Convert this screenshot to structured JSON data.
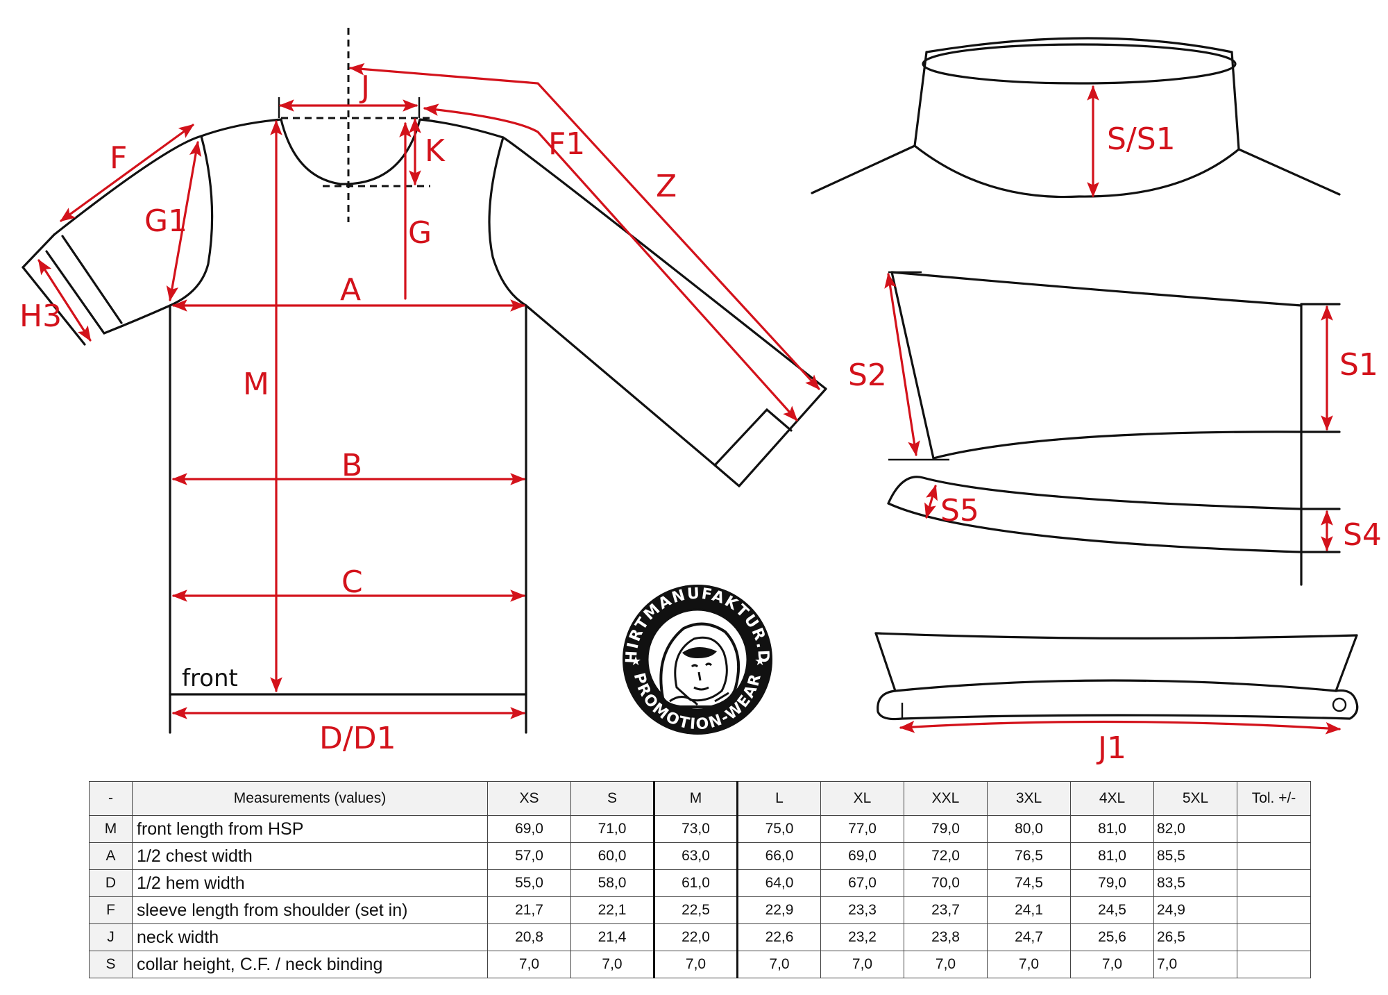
{
  "diagram": {
    "labels": {
      "J": "J",
      "K": "K",
      "F": "F",
      "G1": "G1",
      "G": "G",
      "H3": "H3",
      "A": "A",
      "M": "M",
      "B": "B",
      "C": "C",
      "D": "D/D1",
      "F1": "F1",
      "Z": "Z",
      "SS1": "S/S1",
      "S2": "S2",
      "S1": "S1",
      "S5": "S5",
      "S4": "S4",
      "J1": "J1",
      "front": "front"
    },
    "seal": {
      "top_text": "SHIRTMANUFAKTUR.DE",
      "bottom_text": "PROMOTION-WEAR"
    },
    "colors": {
      "measure": "#d3121b",
      "outline": "#111111",
      "table_header_bg": "#f2f2f2"
    }
  },
  "table": {
    "headers": [
      "-",
      "Measurements (values)",
      "XS",
      "S",
      "M",
      "L",
      "XL",
      "XXL",
      "3XL",
      "4XL",
      "5XL",
      "Tol. +/-"
    ],
    "rows": [
      {
        "code": "M",
        "desc": "front length from HSP",
        "values": [
          "69,0",
          "71,0",
          "73,0",
          "75,0",
          "77,0",
          "79,0",
          "80,0",
          "81,0",
          "82,0"
        ],
        "tol": ""
      },
      {
        "code": "A",
        "desc": "1/2 chest width",
        "values": [
          "57,0",
          "60,0",
          "63,0",
          "66,0",
          "69,0",
          "72,0",
          "76,5",
          "81,0",
          "85,5"
        ],
        "tol": ""
      },
      {
        "code": "D",
        "desc": "1/2 hem width",
        "values": [
          "55,0",
          "58,0",
          "61,0",
          "64,0",
          "67,0",
          "70,0",
          "74,5",
          "79,0",
          "83,5"
        ],
        "tol": ""
      },
      {
        "code": "F",
        "desc": "sleeve length from shoulder (set in)",
        "values": [
          "21,7",
          "22,1",
          "22,5",
          "22,9",
          "23,3",
          "23,7",
          "24,1",
          "24,5",
          "24,9"
        ],
        "tol": ""
      },
      {
        "code": "J",
        "desc": "neck width",
        "values": [
          "20,8",
          "21,4",
          "22,0",
          "22,6",
          "23,2",
          "23,8",
          "24,7",
          "25,6",
          "26,5"
        ],
        "tol": ""
      },
      {
        "code": "S",
        "desc": "collar height, C.F. / neck binding",
        "values": [
          "7,0",
          "7,0",
          "7,0",
          "7,0",
          "7,0",
          "7,0",
          "7,0",
          "7,0",
          "7,0"
        ],
        "tol": ""
      }
    ]
  }
}
